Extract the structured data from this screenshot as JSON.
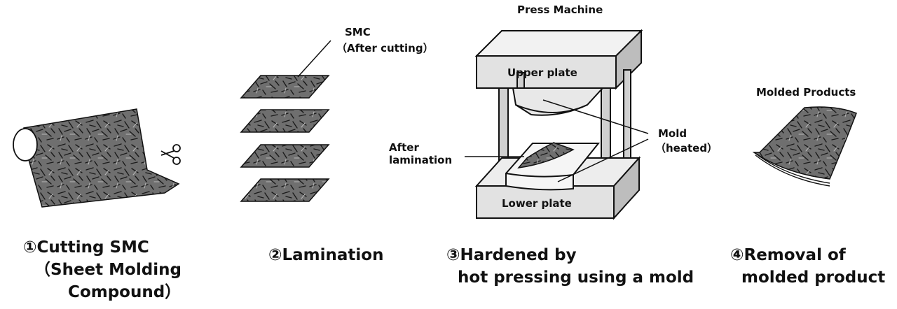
{
  "colors": {
    "fiber_fill": "#6f6f6f",
    "fiber_stroke": "#1a1a1a",
    "plate_fill": "#e2e2e2",
    "line": "#111111"
  },
  "icons": {
    "scissors": "scissors-icon"
  },
  "steps": [
    {
      "number": "①",
      "text": "Cutting SMC\n  （Sheet Molding\n        Compound）"
    },
    {
      "number": "②",
      "text": "Lamination"
    },
    {
      "number": "③",
      "text": "Hardened by\n  hot pressing using a mold"
    },
    {
      "number": "④",
      "text": "Removal of\n  molded product"
    }
  ],
  "labels": {
    "smc": "SMC",
    "after_cutting": "（After cutting）",
    "press_machine": "Press Machine",
    "upper_plate": "Upper plate",
    "lower_plate": "Lower plate",
    "after_lamination": "After\nlamination",
    "mold": "Mold",
    "heated": "（heated）",
    "molded_products": "Molded Products"
  }
}
